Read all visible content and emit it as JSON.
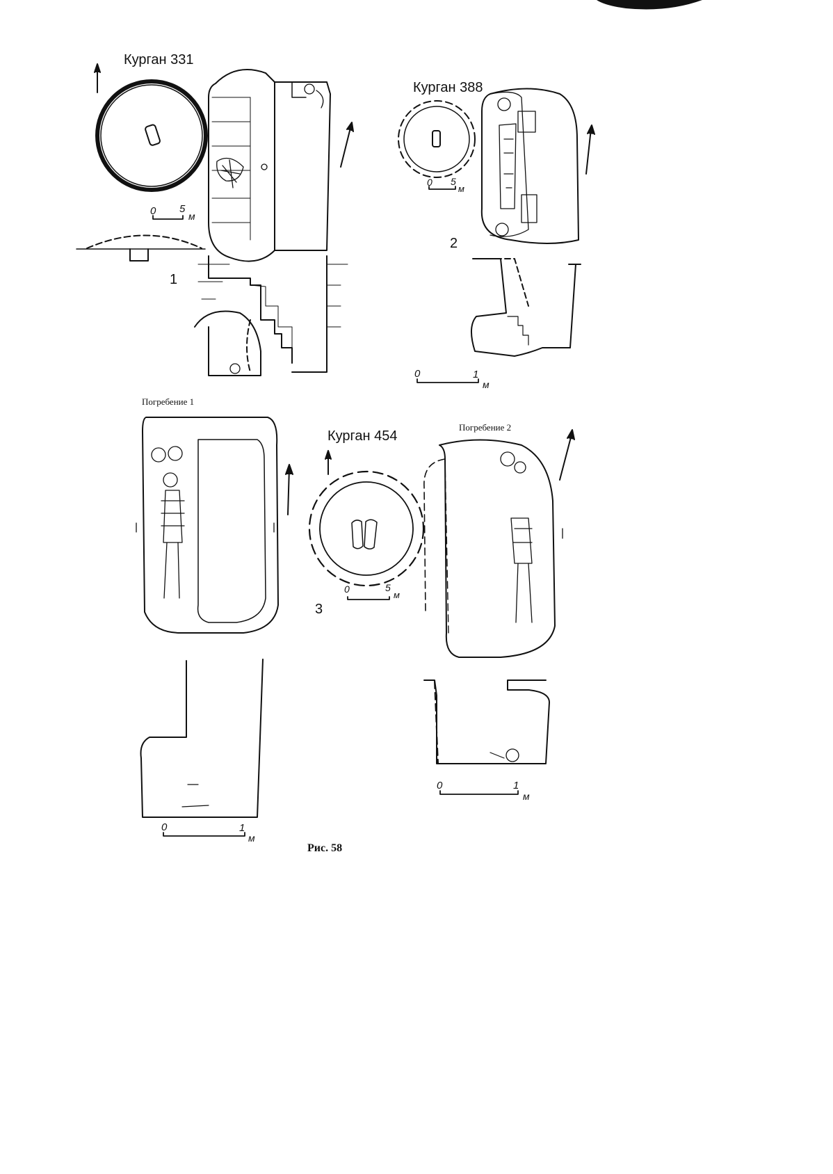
{
  "figure": {
    "caption": "Рис. 58",
    "colors": {
      "ink": "#111111",
      "paper": "#ffffff"
    },
    "panels": [
      {
        "number": "1",
        "kurgan_title": "Курган 331",
        "scale": {
          "zero": "0",
          "value": "5",
          "unit": "м"
        }
      },
      {
        "number": "2",
        "kurgan_title": "Курган 388",
        "scale_plan": {
          "zero": "0",
          "value": "5",
          "unit": "м"
        },
        "scale_section": {
          "zero": "0",
          "value": "1",
          "unit": "м"
        }
      },
      {
        "number": "3",
        "kurgan_title": "Курган 454",
        "scale_plan": {
          "zero": "0",
          "value": "5",
          "unit": "м"
        },
        "burials": [
          {
            "label": "Погребение 1",
            "scale": {
              "zero": "0",
              "value": "1",
              "unit": "м"
            }
          },
          {
            "label": "Погребение 2",
            "scale": {
              "zero": "0",
              "value": "1",
              "unit": "м"
            }
          }
        ]
      }
    ],
    "icons": [
      "north-arrow-icon",
      "skeleton-icon",
      "vessel-icon"
    ]
  }
}
